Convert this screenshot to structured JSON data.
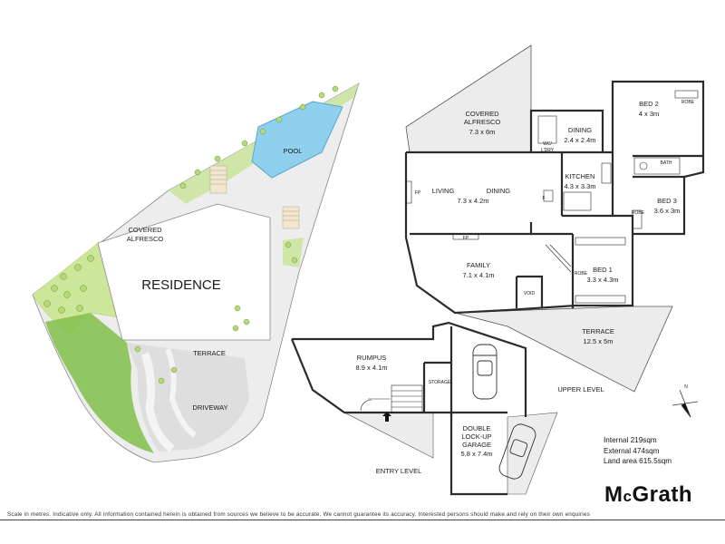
{
  "site_plan": {
    "residence": "RESIDENCE",
    "pool": "POOL",
    "covered_alfresco": [
      "COVERED",
      "ALFRESCO"
    ],
    "terrace": "TERRACE",
    "driveway": "DRIVEWAY"
  },
  "upper": {
    "covered_alfresco": [
      "COVERED",
      "ALFRESCO"
    ],
    "covered_alfresco_dim": "7.3 x 6m",
    "dining": "DINING",
    "dining_dim": "2.4 x 2.4m",
    "wc": [
      "WC/",
      "L'DRY"
    ],
    "bed2": "BED 2",
    "bed2_dim": "4 x 3m",
    "bath": "BATH",
    "kitchen": "KITCHEN",
    "kitchen_dim": "4.3 x 3.3m",
    "living": "LIVING",
    "living_dining": "DINING",
    "living_dim": "7.3 x 4.2m",
    "fp": "FP",
    "fridge": "F",
    "bed3": "BED 3",
    "bed3_dim": "3.6 x 3m",
    "family": "FAMILY",
    "family_dim": "7.1 x 4.1m",
    "void": "VOID",
    "bed1": "BED 1",
    "bed1_dim": "3.3 x 4.3m",
    "terrace": "TERRACE",
    "terrace_dim": "12.5 x 5m",
    "robe": "ROBE",
    "level": "UPPER LEVEL"
  },
  "entry": {
    "rumpus": "RUMPUS",
    "rumpus_dim": "8.9 x 4.1m",
    "storage": "STORAGE",
    "garage": [
      "DOUBLE",
      "LOCK-UP",
      "GARAGE"
    ],
    "garage_dim": "5.8 x 7.4m",
    "level": "ENTRY LEVEL"
  },
  "compass": "N",
  "areas": {
    "internal": "Internal 219sqm",
    "external": "External 474sqm",
    "land": "Land area 615.5sqm"
  },
  "brand": {
    "mc_m": "M",
    "mc_c": "c",
    "rest": "Grath"
  },
  "disclaimer": "Scale in metres. Indicative only. All information contained herein is obtained from sources we believe to be accurate. We cannot guarantee its accuracy. Interested persons should make and rely on their own enquiries",
  "colors": {
    "lawn": "#c5e08a",
    "pool": "#8fd0ee",
    "paving": "#e6e6e6",
    "wall": "#2b2b2b",
    "landscape": "#cfe6a8"
  }
}
